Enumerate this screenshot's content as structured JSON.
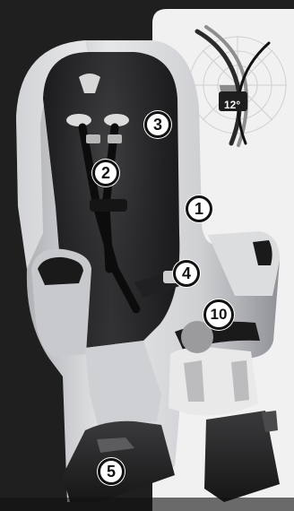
{
  "callouts": [
    {
      "id": "c1",
      "label": "1"
    },
    {
      "id": "c2",
      "label": "2"
    },
    {
      "id": "c3",
      "label": "3"
    },
    {
      "id": "c4",
      "label": "4"
    },
    {
      "id": "c5",
      "label": "5"
    },
    {
      "id": "c10",
      "label": "10"
    }
  ],
  "recline_badge": {
    "angle_label": "12°"
  },
  "colors": {
    "background": "#1a1a1a",
    "shell": "#d9dadc",
    "padding": "#2b2b2d",
    "inset_panel": "#f2f2f2",
    "dial_fill": "#8a8a8a"
  }
}
